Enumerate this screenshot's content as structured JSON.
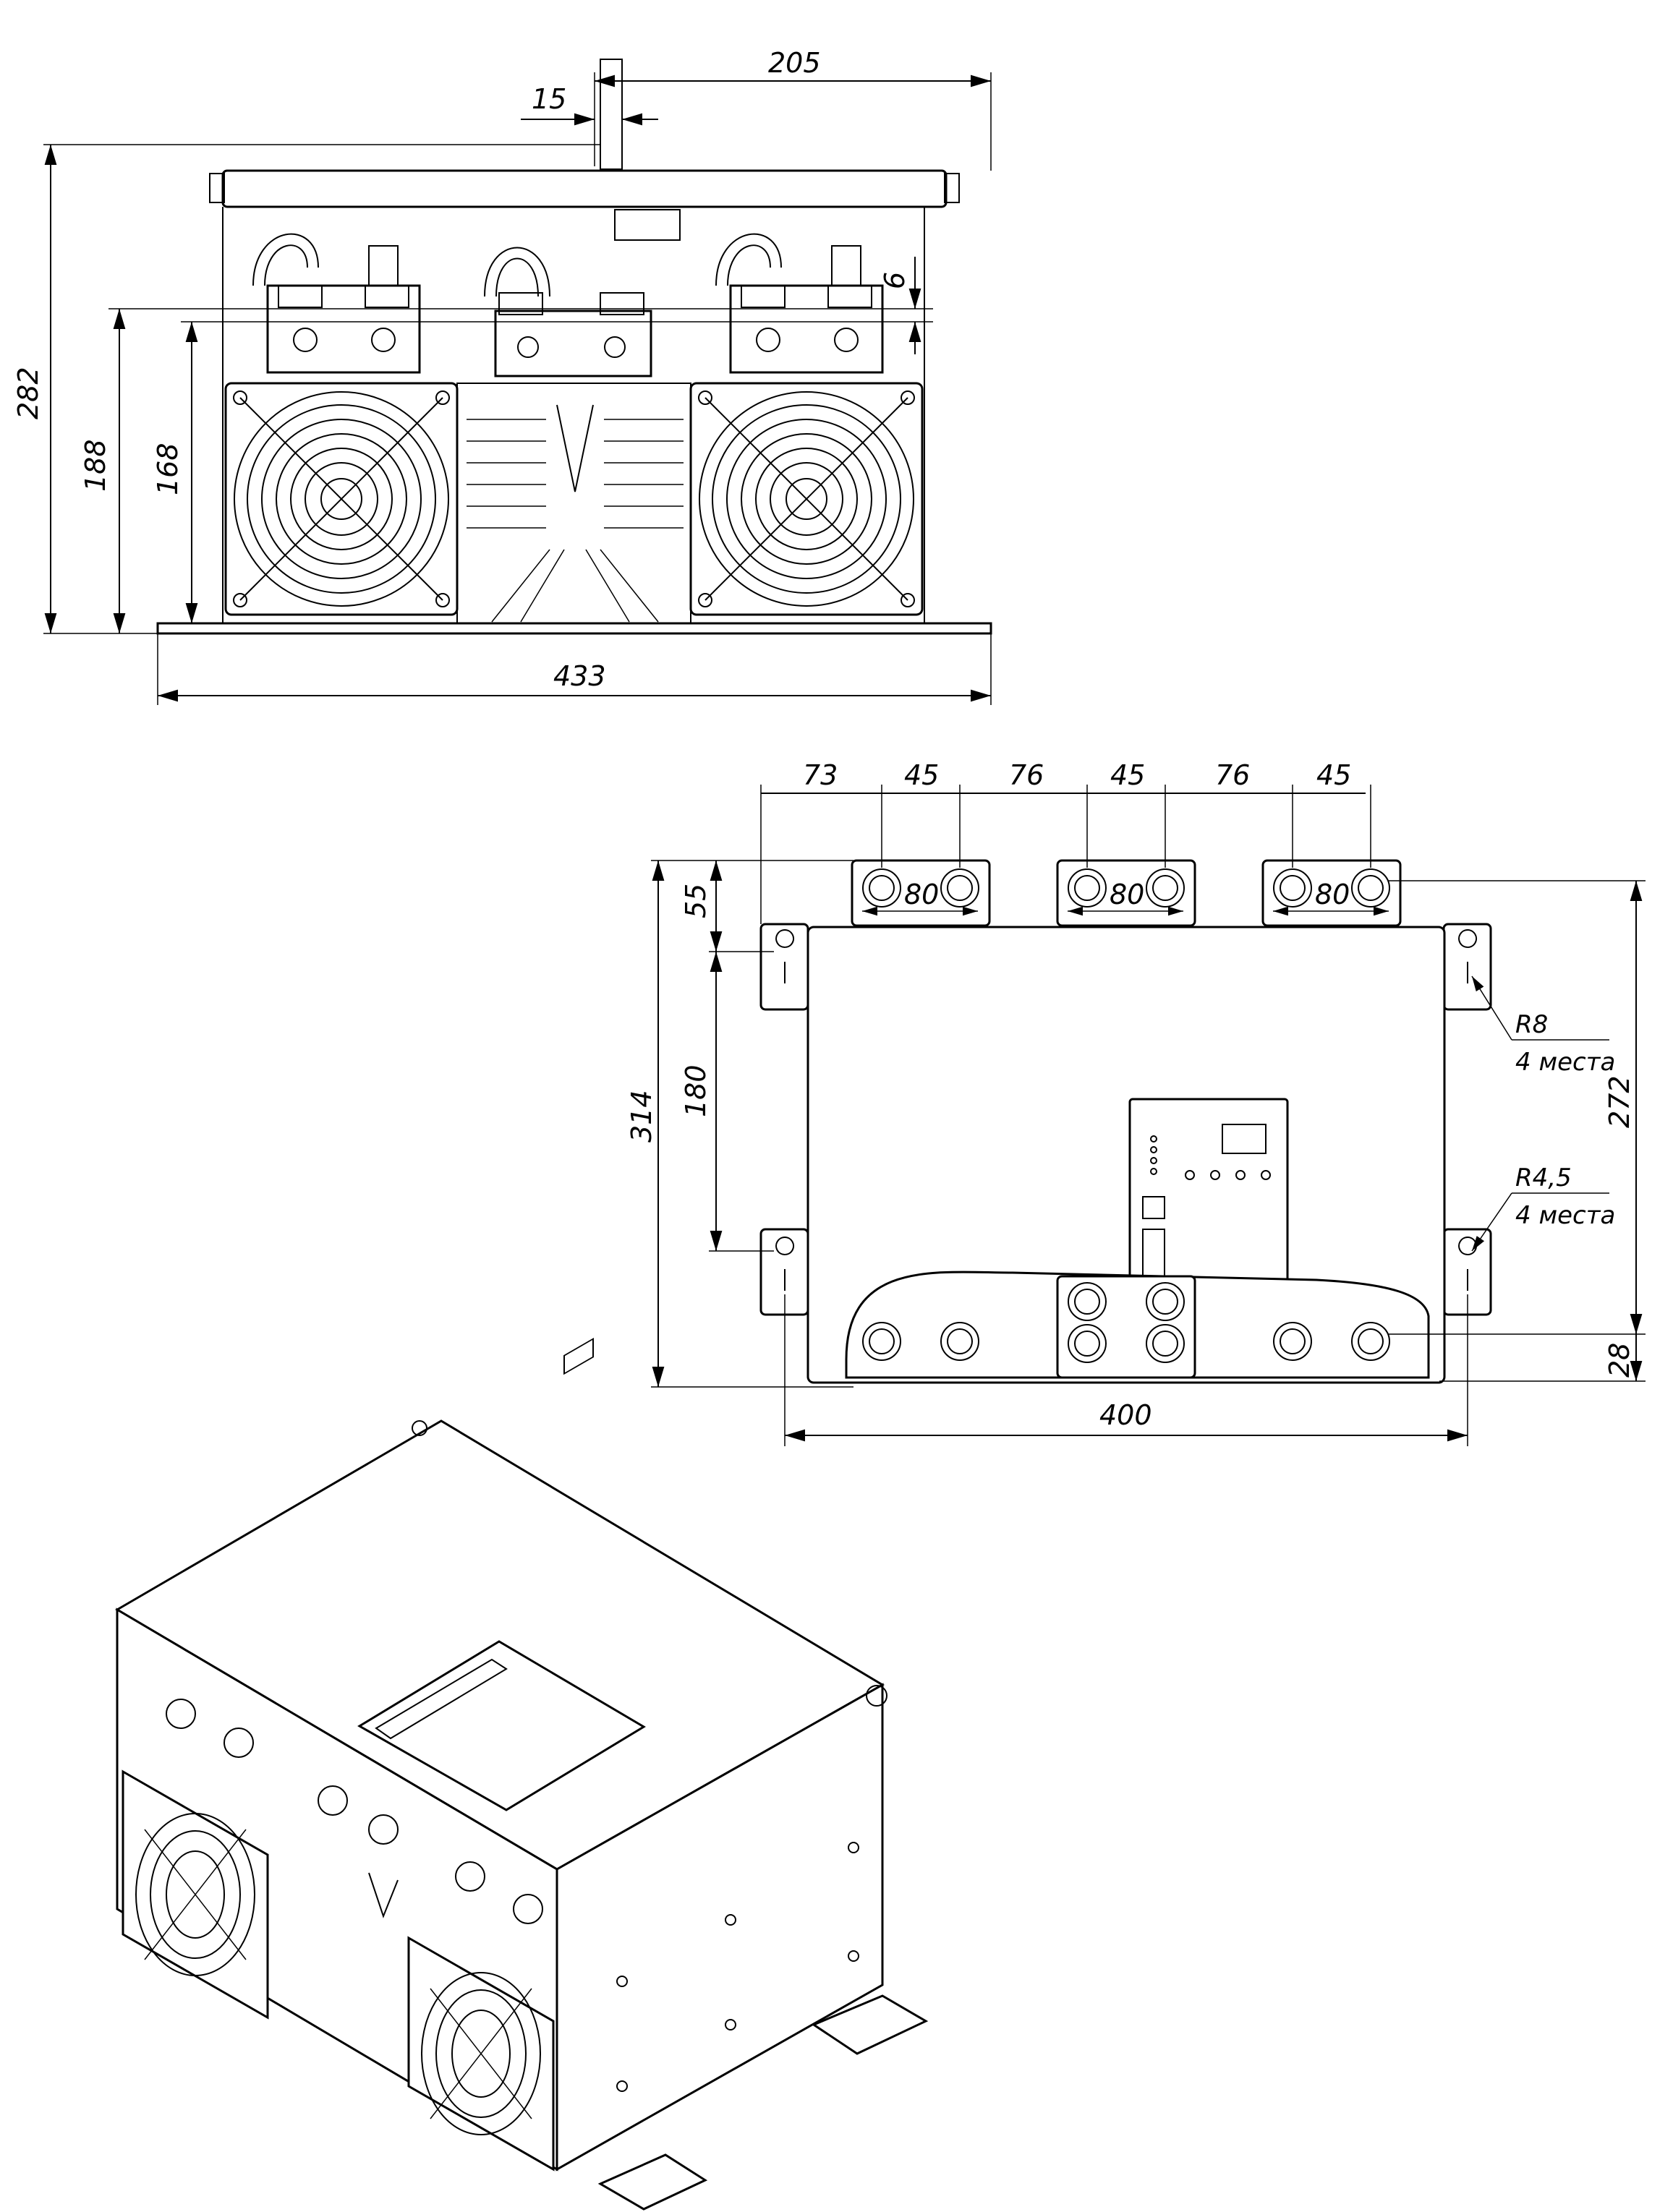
{
  "views": {
    "front": {
      "dimensions": {
        "d205": "205",
        "d15": "15",
        "d282": "282",
        "d188": "188",
        "d168": "168",
        "d6": "6",
        "d433": "433"
      }
    },
    "top": {
      "dimensions": {
        "d73": "73",
        "d45a": "45",
        "d76a": "76",
        "d45b": "45",
        "d76b": "76",
        "d45c": "45",
        "d80a": "80",
        "d80b": "80",
        "d80c": "80",
        "d55": "55",
        "d180": "180",
        "d314": "314",
        "d272": "272",
        "d28": "28",
        "d400": "400"
      },
      "notes": {
        "r8": "R8",
        "r8_count": "4 места",
        "r45": "R4,5",
        "r45_count": "4 места"
      }
    },
    "isometric": {}
  }
}
